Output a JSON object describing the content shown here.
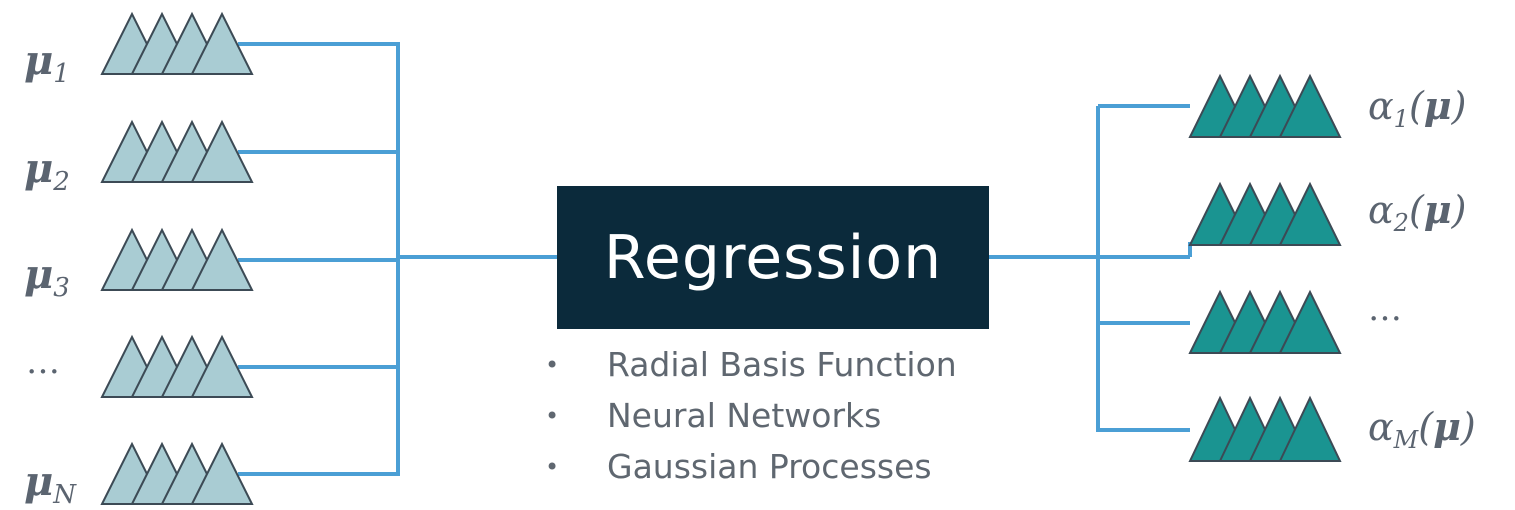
{
  "inputs": [
    {
      "base": "μ",
      "sub": "1"
    },
    {
      "base": "μ",
      "sub": "2"
    },
    {
      "base": "μ",
      "sub": "3"
    },
    {
      "ellipsis": "…"
    },
    {
      "base": "μ",
      "sub": "N"
    }
  ],
  "outputs": [
    {
      "base": "α",
      "sub": "1",
      "arg": "μ"
    },
    {
      "base": "α",
      "sub": "2",
      "arg": "μ"
    },
    {
      "ellipsis": "…"
    },
    {
      "base": "α",
      "sub": "M",
      "arg": "μ"
    }
  ],
  "center": {
    "label": "Regression"
  },
  "methods": [
    {
      "bullet": "•",
      "label": "Radial Basis Function"
    },
    {
      "bullet": "•",
      "label": "Neural Networks"
    },
    {
      "bullet": "•",
      "label": "Gaussian Processes"
    }
  ],
  "colors": {
    "line": "#4b9fd5",
    "input_fill": "#a9ccd3",
    "output_fill": "#1a9491",
    "triangle_stroke": "#3c4a55",
    "box": "#0b2a3b",
    "text": "#5b6470"
  }
}
